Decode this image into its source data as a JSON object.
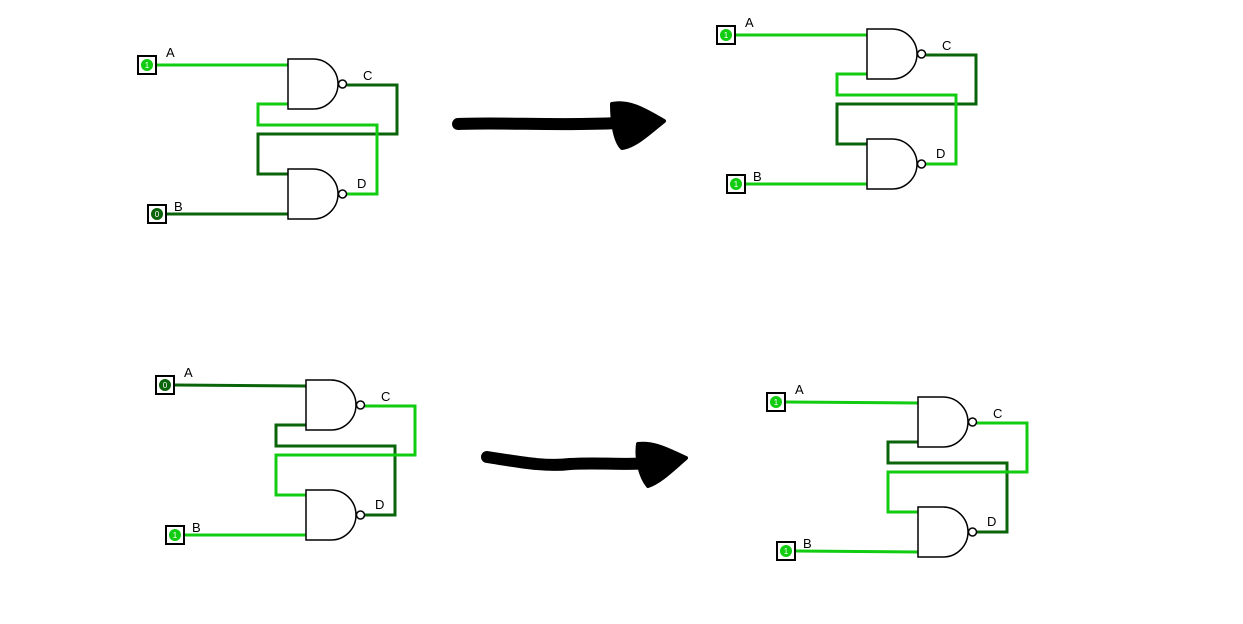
{
  "colors": {
    "high": "#11cc11",
    "low": "#0a640a"
  },
  "panels": [
    {
      "name": "top-left",
      "inA": 1,
      "inB": 0,
      "outC": 0,
      "outD": 1
    },
    {
      "name": "top-right",
      "inA": 1,
      "inB": 1,
      "outC": 0,
      "outD": 1
    },
    {
      "name": "bottom-left",
      "inA": 0,
      "inB": 1,
      "outC": 1,
      "outD": 0
    },
    {
      "name": "bottom-right",
      "inA": 1,
      "inB": 1,
      "outC": 1,
      "outD": 0
    }
  ],
  "labels": {
    "a": "A",
    "b": "B",
    "c": "C",
    "d": "D"
  }
}
